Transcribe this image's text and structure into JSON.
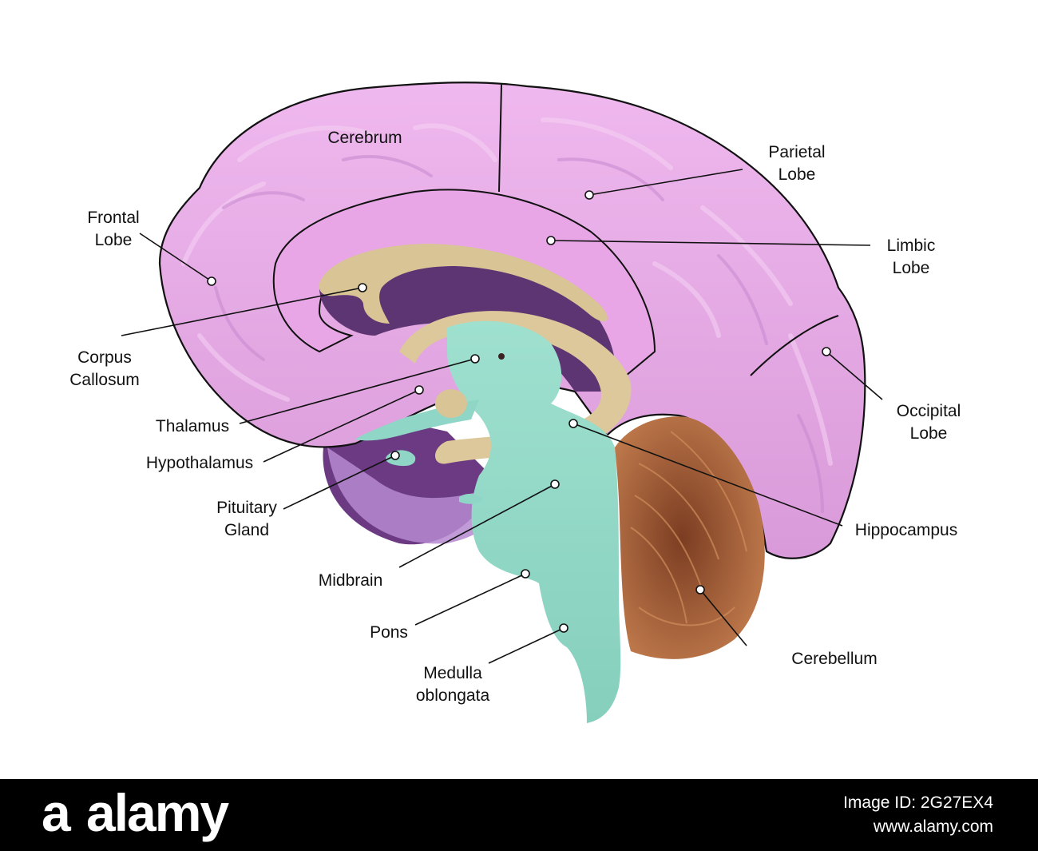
{
  "labels": {
    "cerebrum": "Cerebrum",
    "parietal_lobe": "Parietal\nLobe",
    "frontal_lobe": "Frontal\nLobe",
    "limbic_lobe": "Limbic\nLobe",
    "corpus_callosum": "Corpus\nCallosum",
    "occipital_lobe": "Occipital\nLobe",
    "thalamus": "Thalamus",
    "hypothalamus": "Hypothalamus",
    "pituitary_gland": "Pituitary\nGland",
    "hippocampus": "Hippocampus",
    "midbrain": "Midbrain",
    "pons": "Pons",
    "cerebellum": "Cerebellum",
    "medulla_oblongata": "Medulla\noblongata"
  },
  "colors": {
    "cerebrum": "#e7a9e6",
    "cerebrum_shadow": "#c88bd2",
    "inner_cavity": "#5a3170",
    "corpus_callosum": "#d9c593",
    "brainstem": "#8fd6c6",
    "cerebellum": "#a85f35",
    "outline": "#111111"
  },
  "footer": {
    "logo_mark": "a",
    "logo_word": "alamy",
    "image_id": "Image ID: 2G27EX4",
    "site": "www.alamy.com"
  }
}
